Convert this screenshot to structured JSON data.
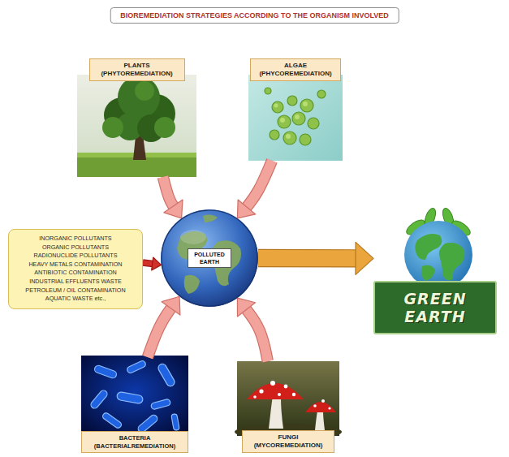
{
  "diagram": {
    "title": "BIOREMEDIATION STRATEGIES ACCORDING TO THE ORGANISM INVOLVED",
    "nodes": [
      {
        "text": [
          "PLANTS (PHYTOREMEDIATION)"
        ]
      },
      {
        "text": [
          "ALGAE (PHYCOREMEDIATION)"
        ]
      },
      {
        "text": [
          "INORGANIC POLLUTANTS",
          "ORGANIC POLLUTANTS",
          "RADIONUCLIDE POLLUTANTS",
          "HEAVY METALS CONTAMINATION",
          "ANTIBIOTIC CONTAMINATION",
          "INDUSTRIAL EFFLUENTS WASTE",
          "PETROLEUM / OIL CONTAMINATION",
          "AQUATIC WASTE etc.,"
        ]
      },
      {
        "text": [
          "POLLUTED EARTH"
        ]
      },
      {
        "text": [
          "GREEN EARTH"
        ]
      },
      {
        "text": [
          "BACTERIA (BACTERIALREMEDIATION)"
        ]
      },
      {
        "text": [
          "FUNGI (MYCOREMEDIATION)"
        ]
      }
    ],
    "edges": [
      {
        "from": 0,
        "to": 3,
        "arrow": "to"
      },
      {
        "from": 1,
        "to": 3,
        "arrow": "to"
      },
      {
        "from": 2,
        "to": 3,
        "arrow": "to"
      },
      {
        "from": 3,
        "to": 4,
        "arrow": "to"
      },
      {
        "from": 5,
        "to": 3,
        "arrow": "to"
      },
      {
        "from": 6,
        "to": 3,
        "arrow": "to"
      }
    ]
  }
}
